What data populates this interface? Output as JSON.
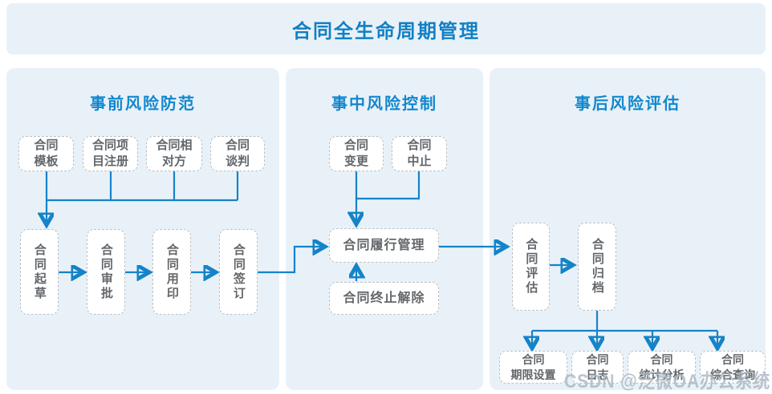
{
  "header": {
    "title": "合同全生命周期管理"
  },
  "panels": [
    {
      "title": "事前风险防范",
      "top_boxes": [
        "合同\n模板",
        "合同项\n目注册",
        "合同相\n对方",
        "合同\n谈判"
      ],
      "flow_boxes": [
        "合同起草",
        "合同审批",
        "合同用印",
        "合同签订"
      ]
    },
    {
      "title": "事中风险控制",
      "top_boxes": [
        "合同\n变更",
        "合同\n中止"
      ],
      "main_box": "合同履行管理",
      "sub_box": "合同终止解除"
    },
    {
      "title": "事后风险评估",
      "flow_boxes": [
        "合同评估",
        "合同归档"
      ],
      "bottom_boxes": [
        "合同\n期限设置",
        "合同\n日志",
        "合同\n统计分析",
        "合同\n综合查询"
      ]
    }
  ],
  "watermark": {
    "text": "CSDN @泛微OA办公系统"
  },
  "colors": {
    "title_blue": "#1180c4",
    "section_blue": "#1287cd",
    "line_blue": "#1583c8",
    "panel_bg": "#e9f1f8",
    "box_border": "#b9c0c7",
    "box_text": "#63676b",
    "watermark_gray": "#a9b6c2"
  }
}
